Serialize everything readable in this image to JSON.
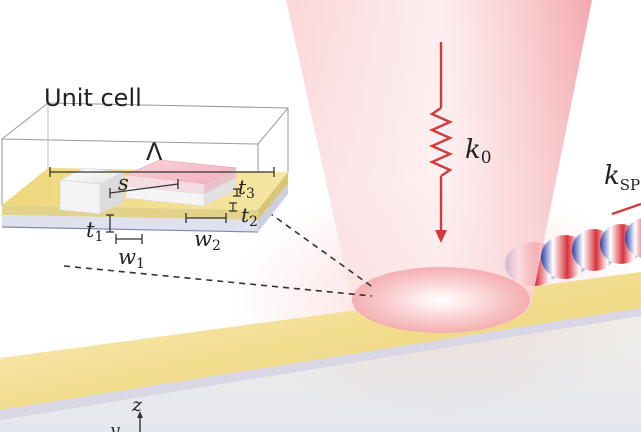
{
  "labels": {
    "unit_cell": "Unit cell",
    "period": "Λ",
    "spacing": "s",
    "t1": "t",
    "t1_sub": "1",
    "t2": "t",
    "t2_sub": "2",
    "t3": "t",
    "t3_sub": "3",
    "w1": "w",
    "w1_sub": "1",
    "w2": "w",
    "w2_sub": "2",
    "k0": "k",
    "k0_sub": "0",
    "kspp": "k",
    "kspp_sub": "SP",
    "axis_z": "z",
    "axis_y": "y"
  },
  "colors": {
    "beam": "#f4a3a8",
    "gold": "#efd77a",
    "pink_block": "#f6c3cc",
    "white_block": "#f2f2f2",
    "wave_red": "#d8323a",
    "wave_blue": "#2b3fa8",
    "arrow": "#d33a3a",
    "dash": "#333333"
  }
}
